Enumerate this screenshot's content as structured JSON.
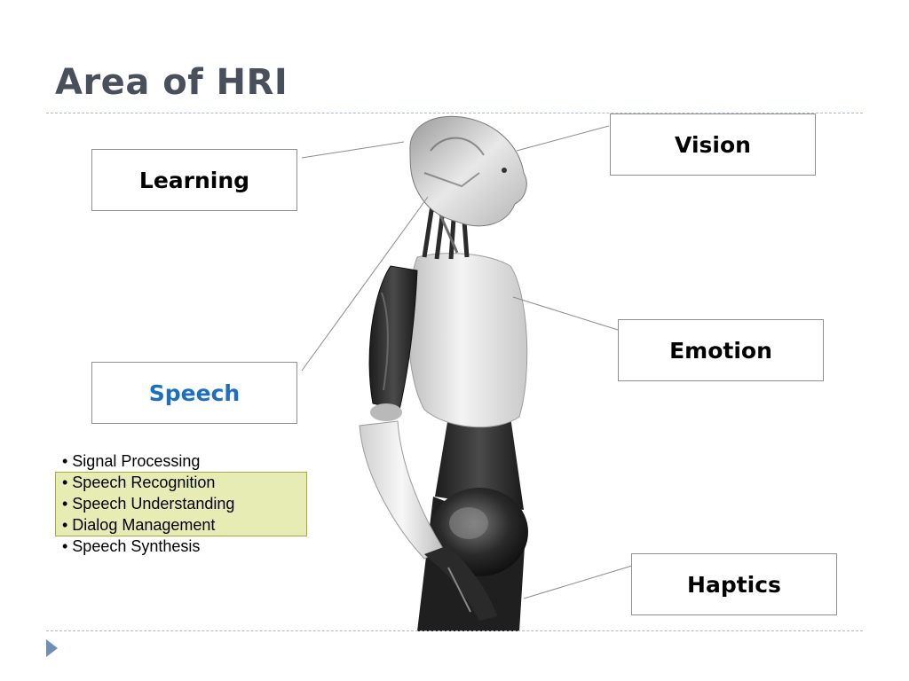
{
  "title": "Area of HRI",
  "boxes": {
    "learning": "Learning",
    "vision": "Vision",
    "emotion": "Emotion",
    "speech": "Speech",
    "haptics": "Haptics"
  },
  "speech_topics": [
    "• Signal Processing",
    "• Speech Recognition",
    "• Speech Understanding",
    "• Dialog Management",
    "• Speech Synthesis"
  ],
  "colors": {
    "title": "#4a4f5c",
    "accent": "#1f6fbf",
    "highlight_fill": "#e6ecb4",
    "highlight_border": "#a8ac3c",
    "rule": "#a9b7c8"
  },
  "icons": {
    "slide_marker": "play-triangle-icon",
    "figure": "humanoid-robot-image"
  }
}
